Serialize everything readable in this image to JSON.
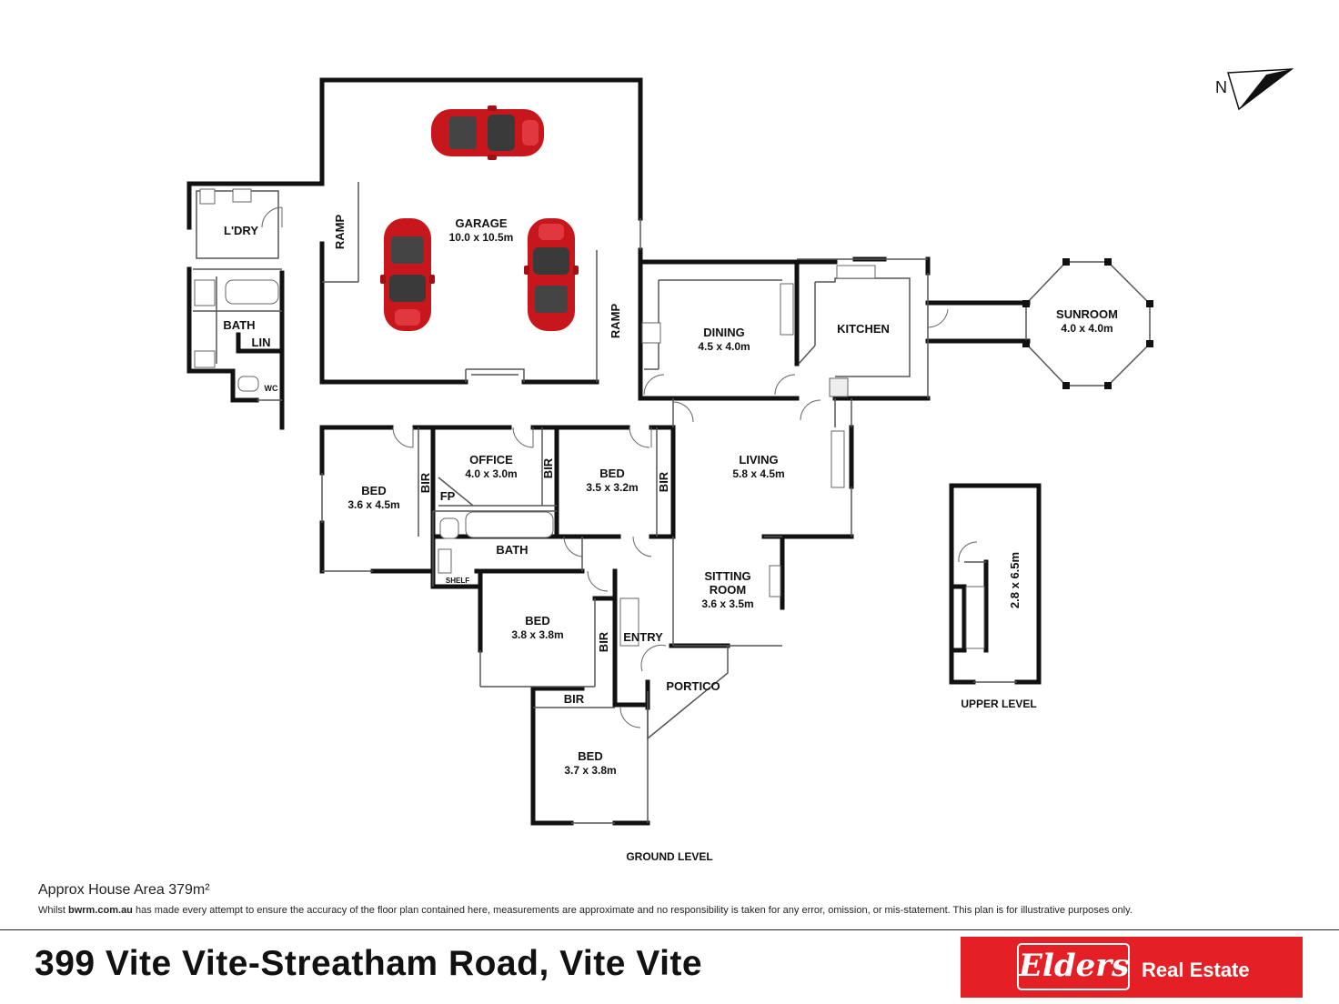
{
  "plan": {
    "rooms": {
      "laundry": {
        "name": "L'DRY"
      },
      "bath1": {
        "name": "BATH"
      },
      "linen": {
        "name": "LIN"
      },
      "wc": {
        "name": "WC"
      },
      "garage": {
        "name": "GARAGE",
        "size": "10.0 x 10.5m"
      },
      "ramp1": {
        "name": "RAMP"
      },
      "ramp2": {
        "name": "RAMP"
      },
      "dining": {
        "name": "DINING",
        "size": "4.5 x 4.0m"
      },
      "kitchen": {
        "name": "KITCHEN"
      },
      "sunroom": {
        "name": "SUNROOM",
        "size": "4.0 x 4.0m"
      },
      "bed1": {
        "name": "BED",
        "size": "3.6 x 4.5m"
      },
      "bir1": {
        "name": "BIR"
      },
      "office": {
        "name": "OFFICE",
        "size": "4.0 x 3.0m"
      },
      "fp": {
        "name": "FP"
      },
      "bir2": {
        "name": "BIR"
      },
      "bed2": {
        "name": "BED",
        "size": "3.5 x 3.2m"
      },
      "bir3": {
        "name": "BIR"
      },
      "living": {
        "name": "LIVING",
        "size": "5.8 x 4.5m"
      },
      "bath2": {
        "name": "BATH"
      },
      "shelf": {
        "name": "SHELF"
      },
      "sitting": {
        "name_line1": "SITTING",
        "name_line2": "ROOM",
        "size": "3.6 x 3.5m"
      },
      "bed3": {
        "name": "BED",
        "size": "3.8 x 3.8m"
      },
      "bir4": {
        "name": "BIR"
      },
      "entry": {
        "name": "ENTRY"
      },
      "portico": {
        "name": "PORTICO"
      },
      "bir5": {
        "name": "BIR"
      },
      "bed4": {
        "name": "BED",
        "size": "3.7 x 3.8m"
      },
      "upper": {
        "size": "2.8 x 6.5m"
      }
    },
    "ground_level_label": "GROUND LEVEL",
    "upper_level_label": "UPPER LEVEL",
    "compass_label": "N"
  },
  "footer": {
    "area_text": "Approx House Area 379m²",
    "disclaimer_prefix": "Whilst ",
    "disclaimer_site": "bwrm.com.au",
    "disclaimer_suffix": " has made every attempt to ensure the accuracy of the floor plan contained here, measurements are approximate and no responsibility is taken for any error, omission, or mis-statement. This plan is for illustrative purposes only.",
    "address": "399 Vite Vite-Streatham Road, Vite Vite"
  },
  "brand": {
    "logo_text": "Elders",
    "label": "Real Estate",
    "color": "#e41f26"
  },
  "colors": {
    "car": "#c8161d",
    "wall": "#111111"
  }
}
